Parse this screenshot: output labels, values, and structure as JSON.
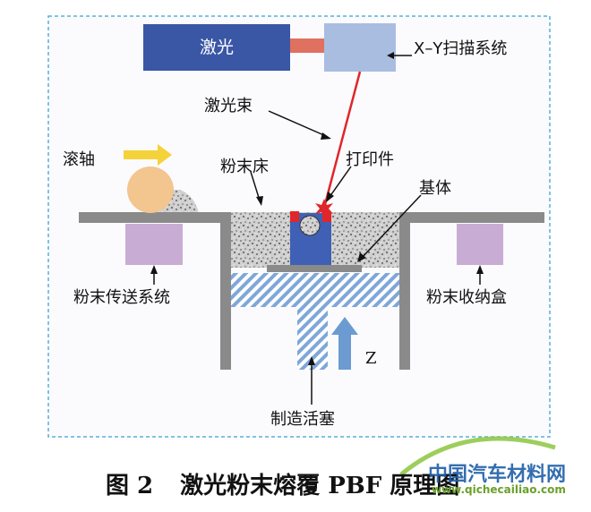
{
  "labels": {
    "laser": "激光",
    "scanner": "X–Y扫描系统",
    "beam": "激光束",
    "roller": "滚轴",
    "powder_bed": "粉末床",
    "printed_part": "打印件",
    "substrate": "基体",
    "powder_delivery": "粉末传送系统",
    "powder_collection": "粉末收纳盒",
    "z_axis": "Z",
    "piston": "制造活塞"
  },
  "caption": {
    "figure_no": "图 2",
    "title": "激光粉末熔覆 PBF 原理图"
  },
  "watermark": {
    "name": "中国汽车材料网",
    "url": "www.qichecailiao.com"
  },
  "colors": {
    "laser_box": "#3a57a6",
    "scanner_box": "#a9bde0",
    "connector": "#e07060",
    "beam": "#e0262b",
    "wall": "#8a8a8a",
    "powder_box": "#c9acd3",
    "piston_hatch": "#7fa7d8",
    "z_arrow": "#6c9bd2",
    "roller": "#f3c58f",
    "roller_arrow": "#f4d23a",
    "part": "#3f60b4",
    "part_top": "#e0262b",
    "frame": "#58b0d8"
  }
}
